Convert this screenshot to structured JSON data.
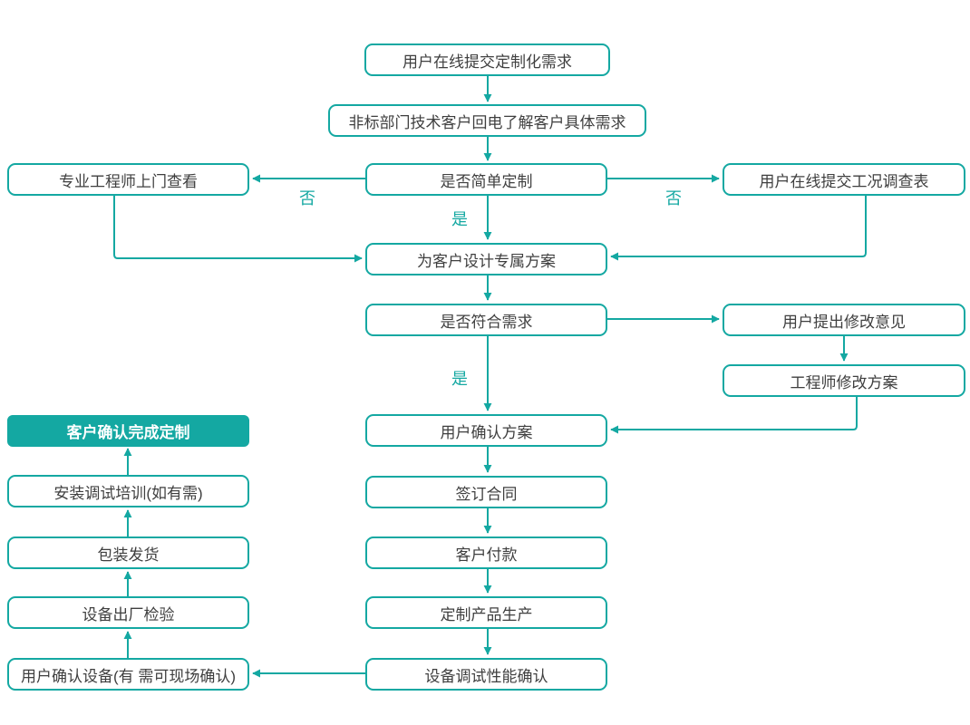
{
  "flowchart": {
    "accent_color": "#14a8a2",
    "text_color": "#3f3f3f",
    "nodes": {
      "submit_requirement": {
        "label": "用户在线提交定制化需求"
      },
      "callback_detail": {
        "label": "非标部门技术客户回电了解客户具体需求"
      },
      "engineer_visit": {
        "label": "专业工程师上门查看"
      },
      "simple_custom_decision": {
        "label": "是否简单定制"
      },
      "submit_survey": {
        "label": "用户在线提交工况调查表"
      },
      "design_plan": {
        "label": "为客户设计专属方案"
      },
      "meets_needs_decision": {
        "label": "是否符合需求"
      },
      "user_feedback": {
        "label": "用户提出修改意见"
      },
      "engineer_revise": {
        "label": "工程师修改方案"
      },
      "user_confirm_plan": {
        "label": "用户确认方案"
      },
      "sign_contract": {
        "label": "签订合同"
      },
      "customer_payment": {
        "label": "客户付款"
      },
      "production": {
        "label": "定制产品生产"
      },
      "debug_confirm": {
        "label": "设备调试性能确认"
      },
      "user_confirm_equipment": {
        "label": "用户确认设备(有 需可现场确认)"
      },
      "factory_inspection": {
        "label": "设备出厂检验"
      },
      "packing_shipping": {
        "label": "包装发货"
      },
      "install_training": {
        "label": "安装调试培训(如有需)"
      },
      "confirm_complete": {
        "label": "客户确认完成定制"
      }
    },
    "edge_labels": {
      "no_left": "否",
      "no_right": "否",
      "yes_mid": "是",
      "yes_lower": "是"
    }
  }
}
